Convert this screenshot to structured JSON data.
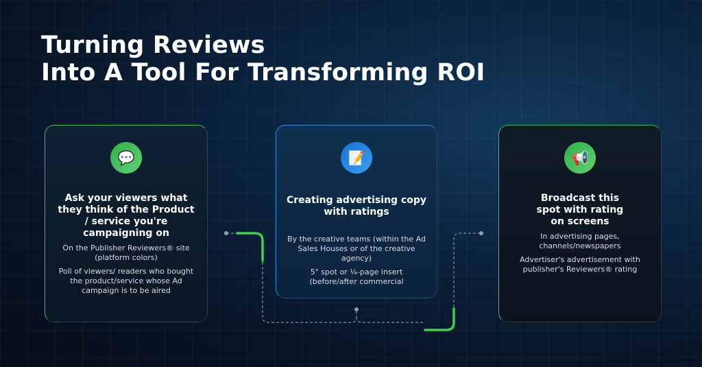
{
  "title_line1": "Turning Reviews",
  "title_line2": "Into A Tool For Transforming ROI",
  "cards": [
    {
      "icon": "chat-star-icon",
      "title": "Ask your viewers what they think of the Product / service you're campaigning on",
      "points": [
        "On the Publisher Reviewers® site (platform colors)",
        "Poll of viewers/ readers who bought the product/service whose Ad campaign is to be aired"
      ]
    },
    {
      "icon": "document-edit-icon",
      "title": "Creating advertising copy with ratings",
      "points": [
        "By the creative teams (within the Ad Sales Houses or of the creative agency)",
        "5\" spot or ¼-page insert (before/after commercial"
      ]
    },
    {
      "icon": "megaphone-icon",
      "title": "Broadcast this spot with rating on screens",
      "points": [
        "In advertising pages, channels/newspapers",
        "Advertiser's advertisement with publisher's Reviewers® rating"
      ]
    }
  ],
  "colors": {
    "green": "#3fbf55",
    "blue": "#2a88e0"
  }
}
